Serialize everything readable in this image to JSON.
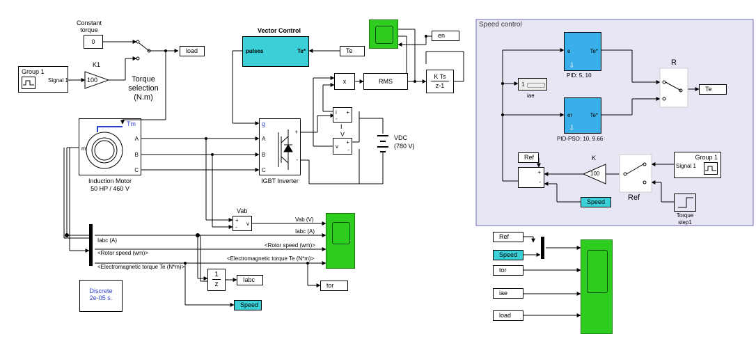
{
  "blocks": {
    "constant_torque": {
      "title": "Constant\ntorque",
      "value": "0"
    },
    "group1_left": {
      "label": "Group 1",
      "port": "Signal 1"
    },
    "gain_k1": {
      "title": "K1",
      "value": "100"
    },
    "torque_selection": {
      "label": "Torque\nselection\n(N.m)"
    },
    "load_tag_top": {
      "label": "load"
    },
    "vector_control": {
      "title": "Vector Control",
      "in_port": "pulses",
      "out_port": "Te*"
    },
    "te_tag_top": {
      "label": "Te"
    },
    "en_tag": {
      "label": "en"
    },
    "product": {
      "label": "x"
    },
    "rms": {
      "label": "RMS"
    },
    "integrator": {
      "num": "K Ts",
      "den": "z-1"
    },
    "current_meas": {
      "label": "I",
      "p1": "i",
      "p2": "+",
      "p3": "-"
    },
    "voltage_meas": {
      "label": "V",
      "p1": "v",
      "p2": "+",
      "p3": "-"
    },
    "vdc": {
      "label": "VDC\n(780 V)"
    },
    "induction_motor": {
      "label": "Induction Motor\n50 HP / 460 V",
      "tm": "Tm",
      "m": "m",
      "a": "A",
      "b": "B",
      "c": "C"
    },
    "igbt_inverter": {
      "label": "IGBT Inverter",
      "g": "g",
      "a": "A",
      "b": "B",
      "c": "C",
      "plus": "+",
      "minus": "-"
    },
    "vab": {
      "title": "Vab",
      "plus": "+",
      "minus": "-",
      "v": "v"
    },
    "bus_labels": {
      "vab_v": "Vab (V)",
      "iabc_a_right": "Iabc (A)",
      "iabc_a_left": "Iabc (A)",
      "rotor_speed_left": "<Rotor speed (wm)>",
      "rotor_speed_right": "<Rotor speed (wm)>",
      "em_torque_left": "<Electromagnetic torque Te (N*m)>",
      "em_torque_right": "<Electromagnetic torque Te (N*m)>"
    },
    "unit_delay": {
      "num": "1",
      "den": "z"
    },
    "iabc_tag": {
      "label": "Iabc"
    },
    "speed_tag_bottom": {
      "label": "Speed"
    },
    "tor_tag": {
      "label": "tor"
    },
    "discrete": {
      "label": "Discrete\n2e-05 s."
    }
  },
  "speed_control": {
    "title": "Speed control",
    "iae": {
      "label": "iae",
      "value": "1"
    },
    "pid": {
      "label": "PID: 5, 10",
      "in_port": "e",
      "out_port": "Te*"
    },
    "pid_pso": {
      "label": "PID-PSO: 10, 9.66",
      "in_port": "er",
      "out_port": "Te*"
    },
    "switch_r": {
      "label": "R"
    },
    "te_out": {
      "label": "Te"
    },
    "ref_tag": {
      "label": "Ref"
    },
    "sum": {
      "plus": "+",
      "minus": "-"
    },
    "gain_k": {
      "title": "K",
      "value": "100"
    },
    "group1_right": {
      "label": "Group 1",
      "port": "Signal 1"
    },
    "switch_ref": {
      "label": "Ref"
    },
    "speed_in": {
      "label": "Speed"
    },
    "torque_step": {
      "label": "Torque\nstep1"
    }
  },
  "right_tags": {
    "ref": "Ref",
    "speed": "Speed",
    "tor": "tor",
    "iae": "iae",
    "load": "load"
  },
  "colors": {
    "scope_green": "#2ecc1f",
    "cyan": "#3bd0d8",
    "pid_blue": "#3aaee8",
    "subsystem_bg": "#e6e6f5",
    "motor_blue": "#2a3fd0"
  }
}
